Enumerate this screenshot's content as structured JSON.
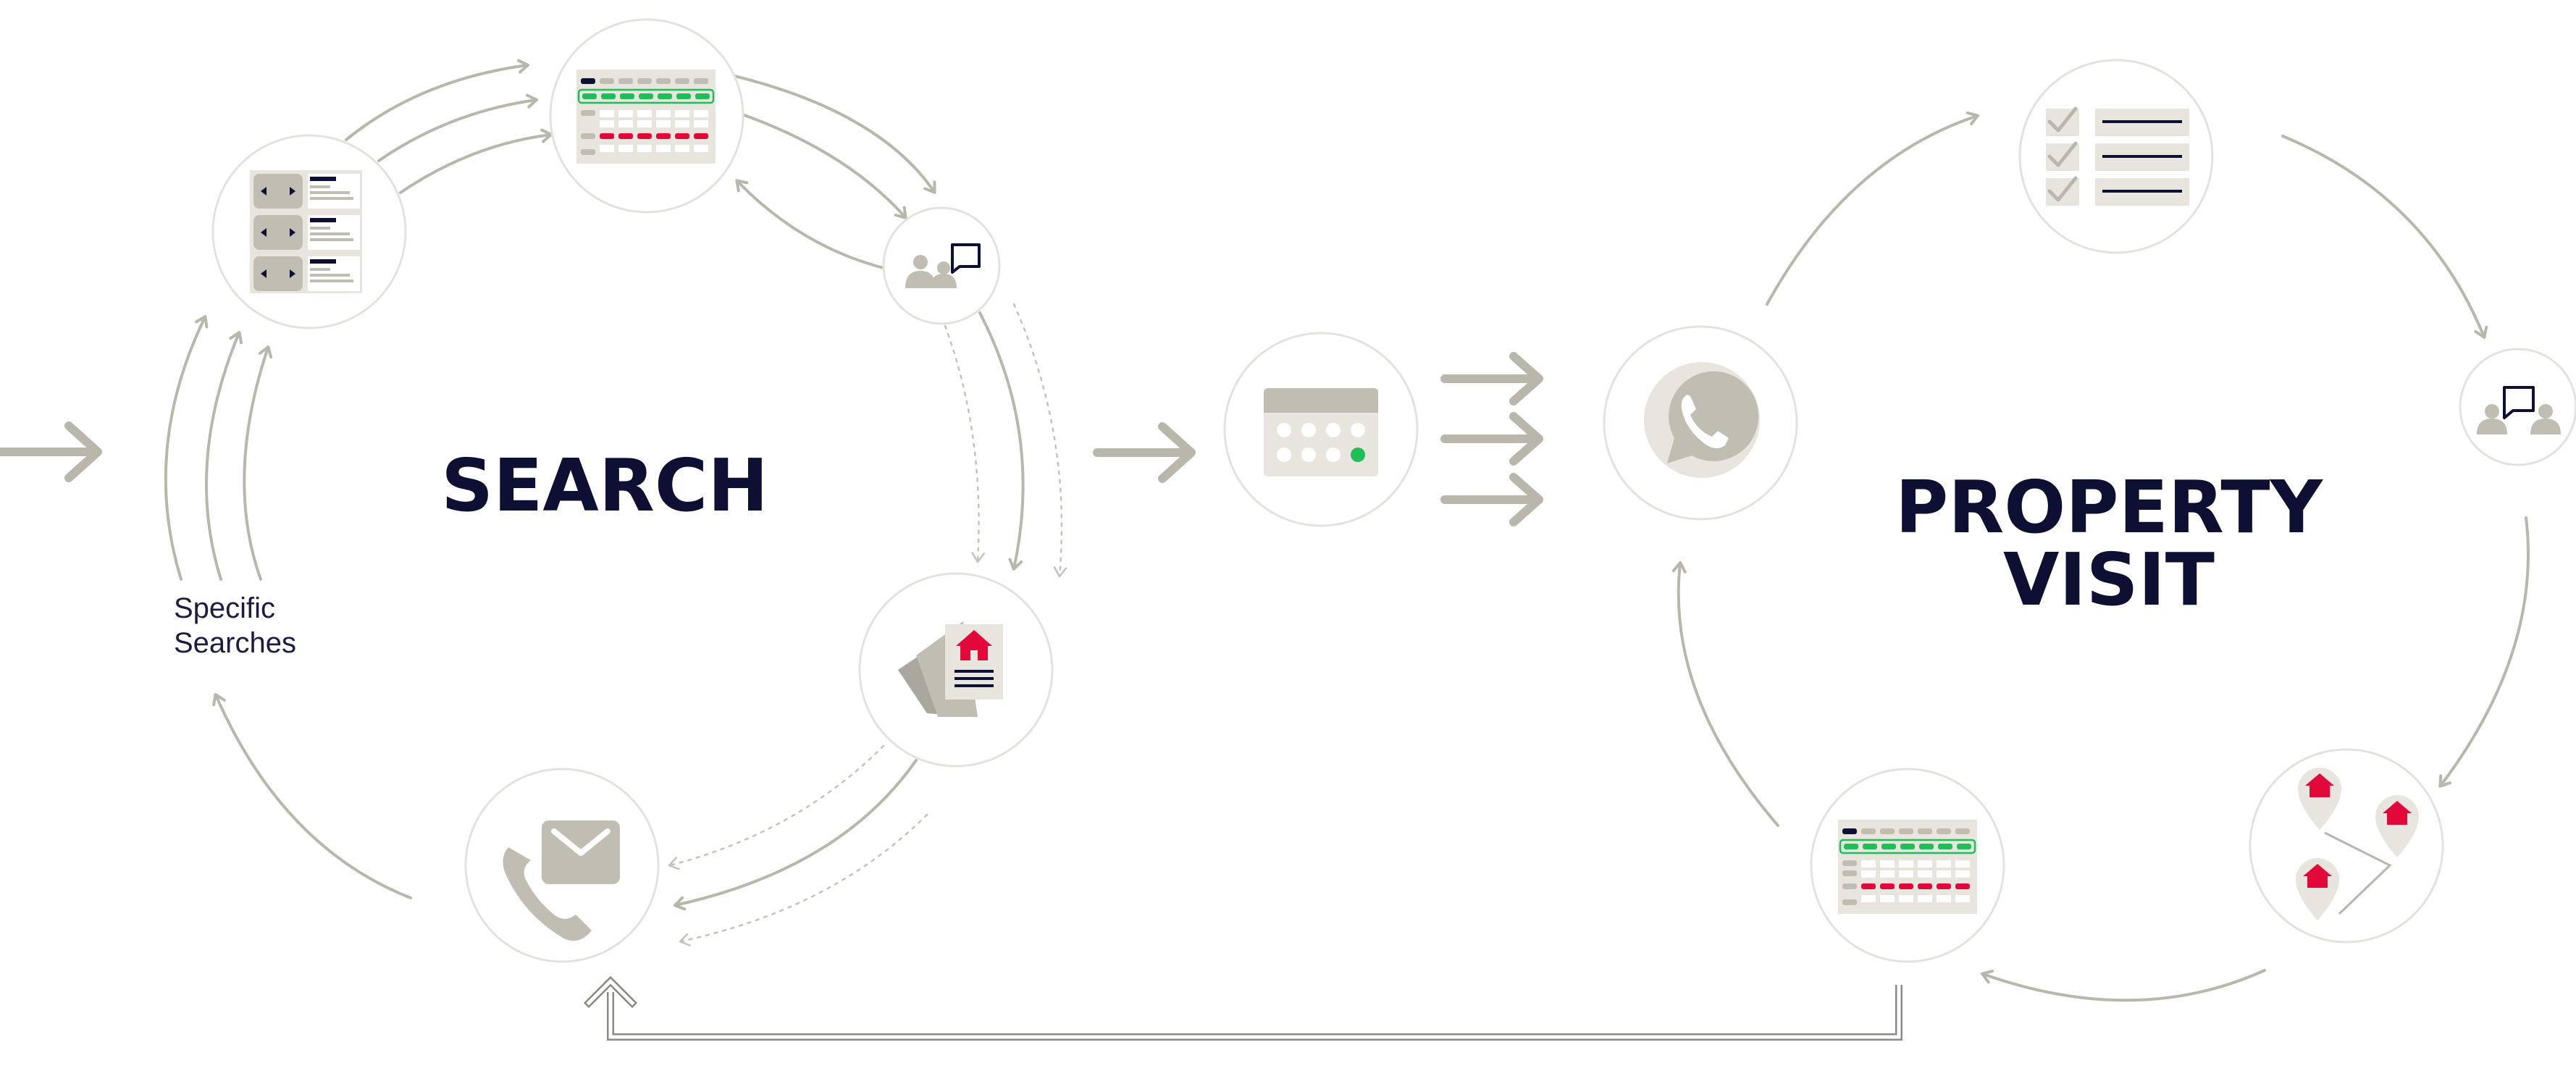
{
  "colors": {
    "navy": "#0d0f33",
    "arrow": "#b9b7ac",
    "arrow_light": "#c4c2b9",
    "circle_border": "#e3e2de",
    "icon_grey": "#c0bdb2",
    "icon_light": "#e7e5dd",
    "green": "#1fbe58",
    "red": "#e2093a",
    "connector": "#8c8a84"
  },
  "labels": {
    "search": "SEARCH",
    "property_visit_line1": "PROPERTY",
    "property_visit_line2": "VISIT",
    "specific_line1": "Specific",
    "specific_line2": "Searches"
  },
  "nodes": [
    {
      "id": "listings",
      "icon": "listing-cards-icon"
    },
    {
      "id": "availability-grid",
      "icon": "calendar-grid-icon"
    },
    {
      "id": "client-chat",
      "icon": "people-chat-icon"
    },
    {
      "id": "property-brochures",
      "icon": "house-documents-icon"
    },
    {
      "id": "phone-email",
      "icon": "phone-mail-icon"
    },
    {
      "id": "calendar",
      "icon": "calendar-icon"
    },
    {
      "id": "whatsapp",
      "icon": "whatsapp-icon"
    },
    {
      "id": "checklist",
      "icon": "checklist-icon"
    },
    {
      "id": "meeting",
      "icon": "people-chat-icon"
    },
    {
      "id": "route-map",
      "icon": "map-pins-icon"
    },
    {
      "id": "visit-grid",
      "icon": "calendar-grid-icon"
    }
  ]
}
